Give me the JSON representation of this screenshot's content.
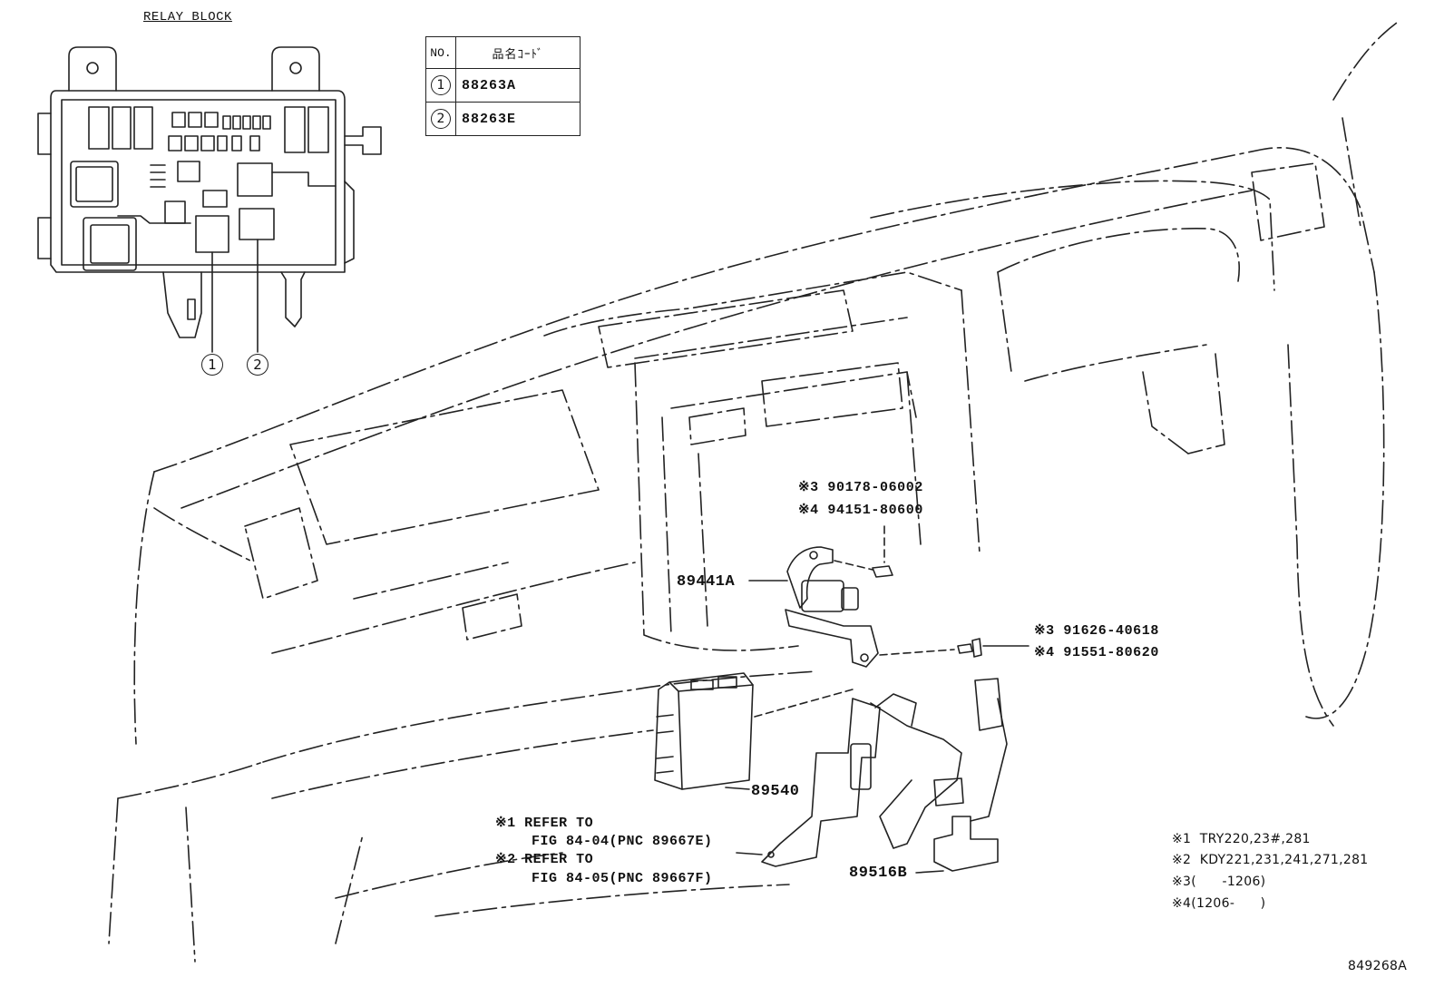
{
  "relay_block": {
    "title": "RELAY BLOCK",
    "callouts": [
      "1",
      "2"
    ]
  },
  "code_table": {
    "header_no": "NO.",
    "header_code": "品名ｺｰﾄﾞ",
    "rows": [
      {
        "no": "1",
        "code": "88263A"
      },
      {
        "no": "2",
        "code": "88263E"
      }
    ]
  },
  "fasteners_upper": {
    "line1": "※3 90178-06002",
    "line2": "※4 94151-80600"
  },
  "fasteners_right": {
    "line1": "※3 91626-40618",
    "line2": "※4 91551-80620"
  },
  "parts": {
    "p89441a": "89441A",
    "p89540": "89540",
    "p89516b": "89516B"
  },
  "refer_notes": {
    "l1": "※1 REFER TO",
    "l2": "FIG 84-04(PNC 89667E)",
    "l3": "※2 REFER TO",
    "l4": "FIG 84-05(PNC 89667F)"
  },
  "footnotes": {
    "f1": "※1  TRY220,23#,281",
    "f2": "※2  KDY221,231,241,271,281",
    "f3": "※3(      -1206)",
    "f4": "※4(1206-      )"
  },
  "figure_number": "849268A"
}
